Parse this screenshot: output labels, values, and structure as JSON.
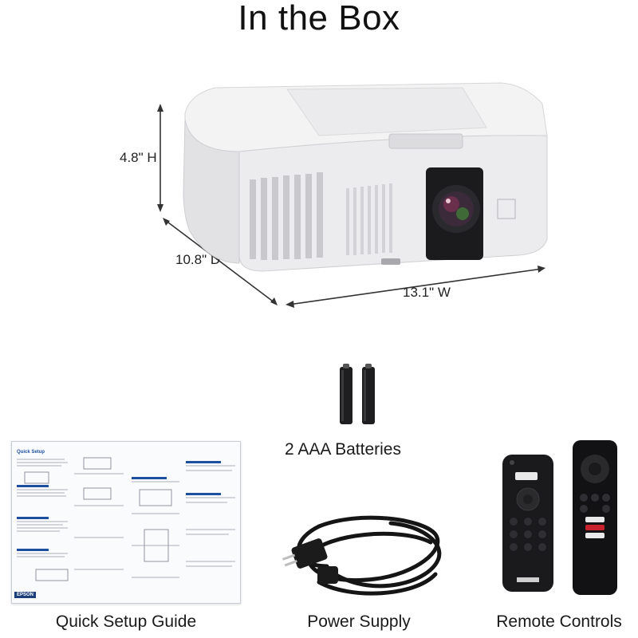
{
  "page": {
    "title": "In the Box"
  },
  "dimensions": {
    "height": "4.8\" H",
    "depth": "10.8\" D",
    "width": "13.1\" W"
  },
  "items": {
    "batteries": "2 AAA Batteries",
    "guide": "Quick Setup Guide",
    "power": "Power Supply",
    "remotes": "Remote Controls"
  },
  "guide_content": {
    "heading": "Quick Setup",
    "brand": "EPSON"
  },
  "colors": {
    "projector_body": "#f4f4f5",
    "lens_housing": "#1b1b1d",
    "guide_accent": "#1c4fa0"
  },
  "icons": [
    "projector-image",
    "battery-icon",
    "power-cord-icon",
    "remote-control-icon",
    "setup-guide-image"
  ]
}
